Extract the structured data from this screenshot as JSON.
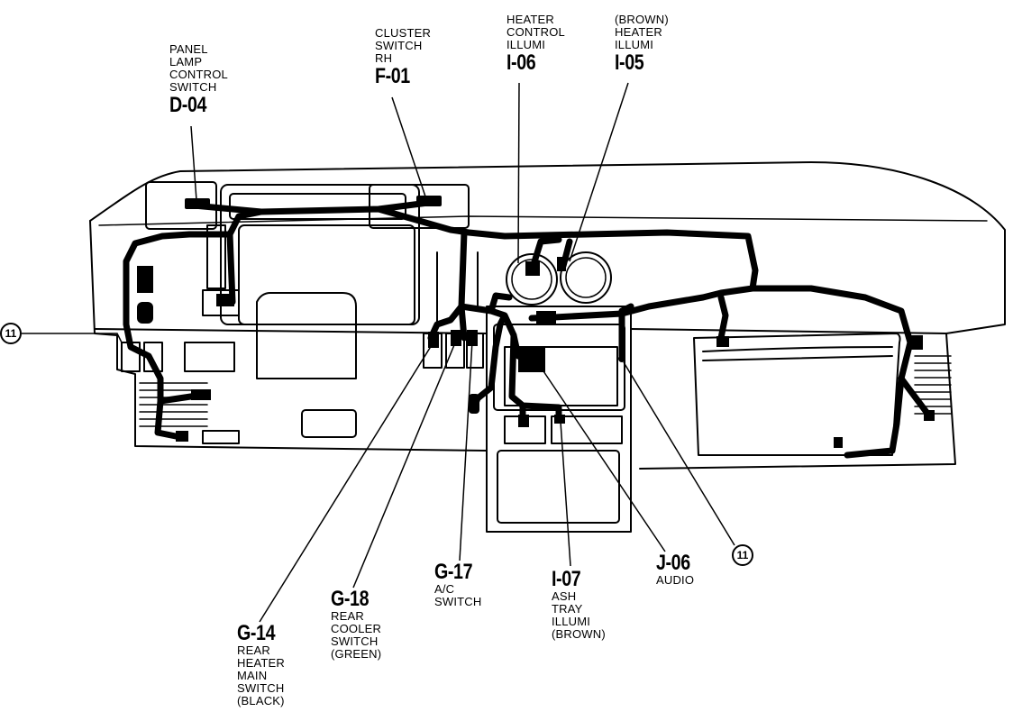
{
  "labels": {
    "d04": {
      "desc": [
        "PANEL",
        "LAMP",
        "CONTROL",
        "SWITCH"
      ],
      "code": "D-04"
    },
    "f01": {
      "desc": [
        "CLUSTER",
        "SWITCH",
        "RH"
      ],
      "code": "F-01"
    },
    "i06": {
      "desc": [
        "HEATER",
        "CONTROL",
        "ILLUMI"
      ],
      "code": "I-06"
    },
    "i05": {
      "desc": [
        "(BROWN)",
        "HEATER",
        "ILLUMI"
      ],
      "code": "I-05"
    },
    "g14": {
      "code": "G-14",
      "desc": [
        "REAR",
        "HEATER",
        "MAIN",
        "SWITCH",
        "(BLACK)"
      ]
    },
    "g18": {
      "code": "G-18",
      "desc": [
        "REAR",
        "COOLER",
        "SWITCH",
        "(GREEN)"
      ]
    },
    "g17": {
      "code": "G-17",
      "desc": [
        "A/C",
        "SWITCH"
      ]
    },
    "i07": {
      "code": "I-07",
      "desc": [
        "ASH",
        "TRAY",
        "ILLUMI",
        "(BROWN)"
      ]
    },
    "j06": {
      "code": "J-06",
      "desc": [
        "AUDIO"
      ]
    }
  },
  "callouts": {
    "left": "11",
    "right": "11"
  }
}
